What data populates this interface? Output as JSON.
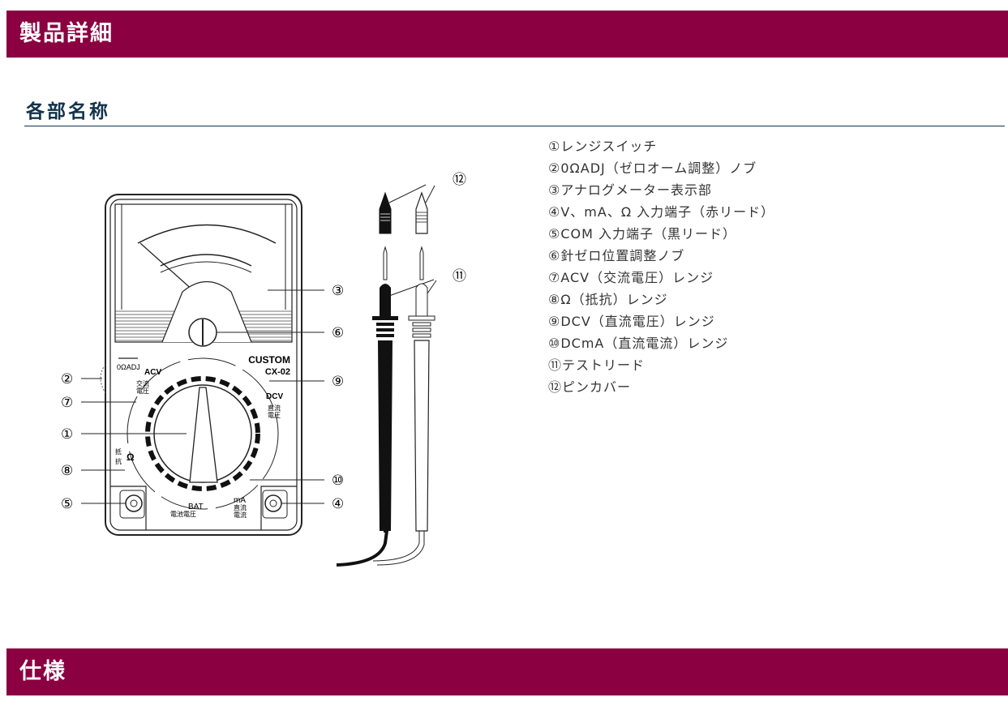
{
  "header": {
    "title": "製品詳細"
  },
  "section": {
    "title": "各部名称"
  },
  "parts": [
    "①レンジスイッチ",
    "②0ΩADJ（ゼロオーム調整）ノブ",
    "③アナログメーター表示部",
    "④V、mA、Ω 入力端子（赤リード）",
    "⑤COM 入力端子（黒リード）",
    "⑥針ゼロ位置調整ノブ",
    "⑦ACV（交流電圧）レンジ",
    "⑧Ω（抵抗）レンジ",
    "⑨DCV（直流電圧）レンジ",
    "⑩DCmA（直流電流）レンジ",
    "⑪テストリード",
    "⑫ピンカバー"
  ],
  "diagram": {
    "brand": "CUSTOM",
    "model": "CX-02",
    "labels": {
      "adj": "0ΩADJ",
      "acv": "ACV",
      "acv_jp1": "交流",
      "acv_jp2": "電圧",
      "dcv": "DCV",
      "dcv_jp1": "直流",
      "dcv_jp2": "電圧",
      "ohm": "Ω",
      "ohm_jp1": "抵",
      "ohm_jp2": "抗",
      "bat": "BAT",
      "bat_jp": "電池電圧",
      "ma": "mA",
      "ma_jp1": "直流",
      "ma_jp2": "電流"
    },
    "callouts": [
      "①",
      "②",
      "③",
      "④",
      "⑤",
      "⑥",
      "⑦",
      "⑧",
      "⑨",
      "⑩",
      "⑪",
      "⑫"
    ]
  },
  "footer": {
    "title": "仕様"
  }
}
